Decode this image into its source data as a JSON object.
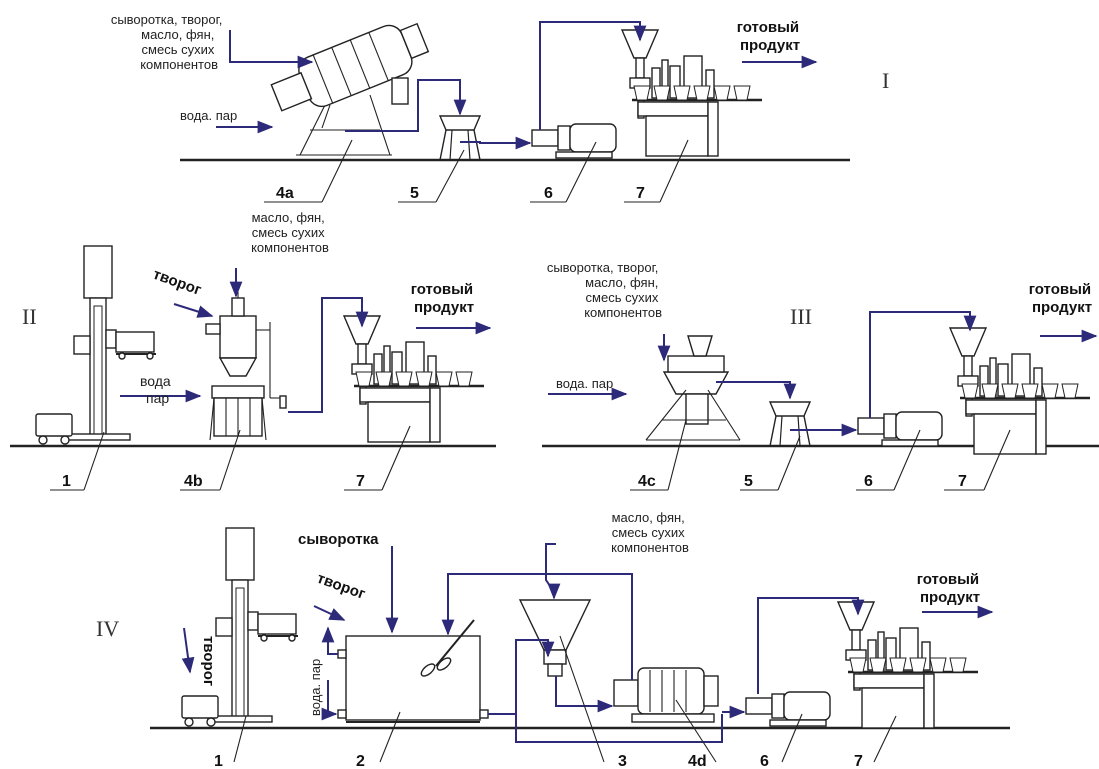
{
  "colors": {
    "flow": "#2e2a7a",
    "ink": "#222222"
  },
  "sections": {
    "I": "I",
    "II": "II",
    "III": "III",
    "IV": "IV"
  },
  "labels": {
    "s1_in1": [
      "сыворотка, творог,",
      "масло, фян,",
      "смесь сухих",
      "компонентов"
    ],
    "s1_in2": "вода. пар",
    "s1_out": [
      "готовый",
      "продукт"
    ],
    "s2_in1": [
      "масло, фян,",
      "смесь сухих",
      "компонентов"
    ],
    "s2_in2": "творог",
    "s2_in3": [
      "вода",
      "пар"
    ],
    "s2_out": [
      "готовый",
      "продукт"
    ],
    "s3_in1": [
      "сыворотка, творог,",
      "масло, фян,",
      "смесь сухих",
      "компонентов"
    ],
    "s3_in2": "вода. пар",
    "s3_out": [
      "готовый",
      "продукт"
    ],
    "s4_in1": "сыворотка",
    "s4_in2": "творог",
    "s4_in3": "творог",
    "s4_in4": "вода. пар",
    "s4_in5": [
      "масло, фян,",
      "смесь сухих",
      "компонентов"
    ],
    "s4_out": [
      "готовый",
      "продукт"
    ]
  },
  "numbers": {
    "s1": [
      "4a",
      "5",
      "6",
      "7"
    ],
    "s2": [
      "1",
      "4b",
      "7"
    ],
    "s3": [
      "4c",
      "5",
      "6",
      "7"
    ],
    "s4": [
      "1",
      "2",
      "3",
      "4d",
      "6",
      "7"
    ]
  }
}
